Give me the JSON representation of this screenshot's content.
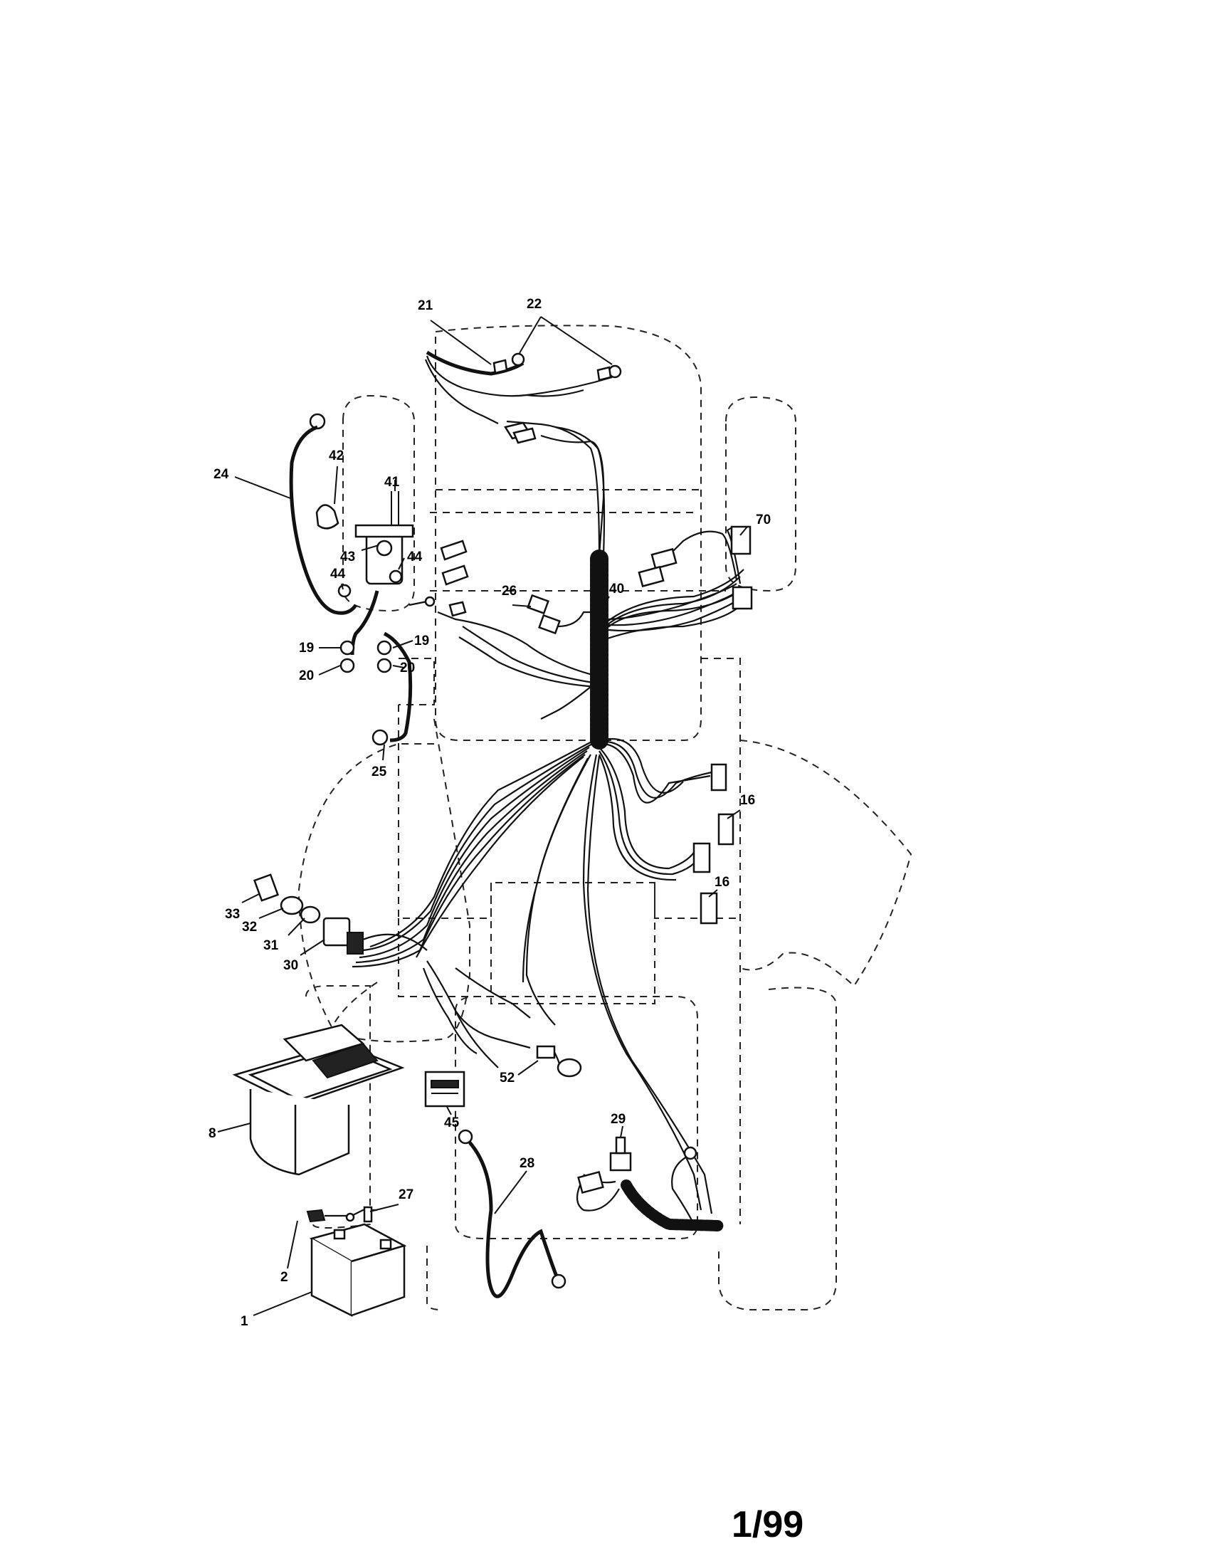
{
  "page": {
    "number": "1/99"
  },
  "callouts": {
    "c21": "21",
    "c22": "22",
    "c42": "42",
    "c41": "41",
    "c24": "24",
    "c43": "43",
    "c44a": "44",
    "c44b": "44",
    "c19a": "19",
    "c19b": "19",
    "c20a": "20",
    "c20b": "20",
    "c25": "25",
    "c26": "26",
    "c40": "40",
    "c70": "70",
    "c16a": "16",
    "c16b": "16",
    "c33": "33",
    "c32": "32",
    "c31": "31",
    "c30": "30",
    "c8": "8",
    "c52": "52",
    "c45": "45",
    "c29": "29",
    "c28": "28",
    "c27": "27",
    "c2": "2",
    "c1": "1"
  }
}
